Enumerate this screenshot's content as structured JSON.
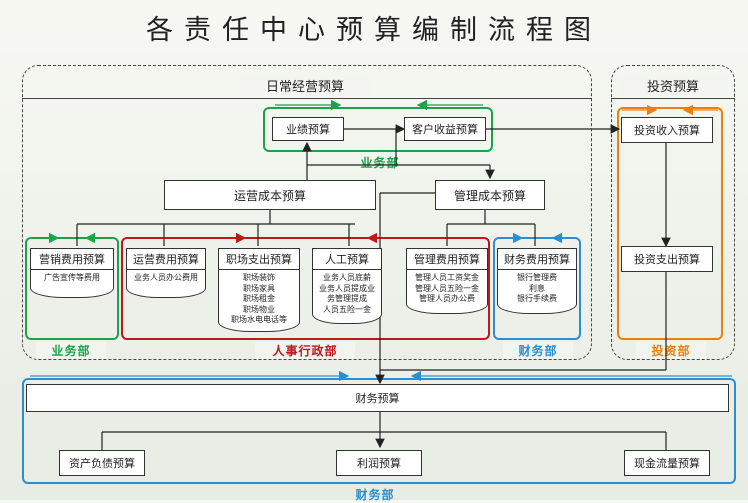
{
  "title": "各责任中心预算编制流程图",
  "sections": {
    "daily": "日常经营预算",
    "invest": "投资预算"
  },
  "zones": {
    "biz_top": "业务部",
    "biz_left": "业务部",
    "hr": "人事行政部",
    "fin_mid": "财务部",
    "invest": "投资部",
    "fin_bottom": "财务部"
  },
  "boxes": {
    "yeji": "业绩预算",
    "kehu": "客户收益预算",
    "yunying_cost": "运营成本预算",
    "guanli_cost": "管理成本预算",
    "yingxiao": "营销费用预算",
    "yunying_fee": "运营费用预算",
    "zhichang": "职场支出预算",
    "rengong": "人工预算",
    "guanli_fee": "管理费用预算",
    "caiwu_fee": "财务费用预算",
    "touzi_in": "投资收入预算",
    "touzi_out": "投资支出预算",
    "caiwu": "财务预算",
    "zichan": "资产负债预算",
    "lirun": "利润预算",
    "xianjin": "现金流量预算"
  },
  "notes": {
    "yingxiao": [
      "广告宣传等费用"
    ],
    "yunying_fee": [
      "业务人员办公费用"
    ],
    "zhichang": [
      "职场装饰",
      "职场家具",
      "职场租金",
      "职场物业",
      "职场水电电话等"
    ],
    "rengong": [
      "业务人员底薪",
      "业务人员提成业",
      "务管理提成",
      "人员五险一金"
    ],
    "guanli_fee": [
      "管理人员工资奖金",
      "管理人员五险一金",
      "管理人员办公费"
    ],
    "caiwu_fee": [
      "银行管理费",
      "利息",
      "银行手续费"
    ]
  },
  "colors": {
    "green": "#1aa34a",
    "red": "#c0161c",
    "blue": "#2a8fd0",
    "orange": "#e8820e",
    "line": "#222222"
  }
}
